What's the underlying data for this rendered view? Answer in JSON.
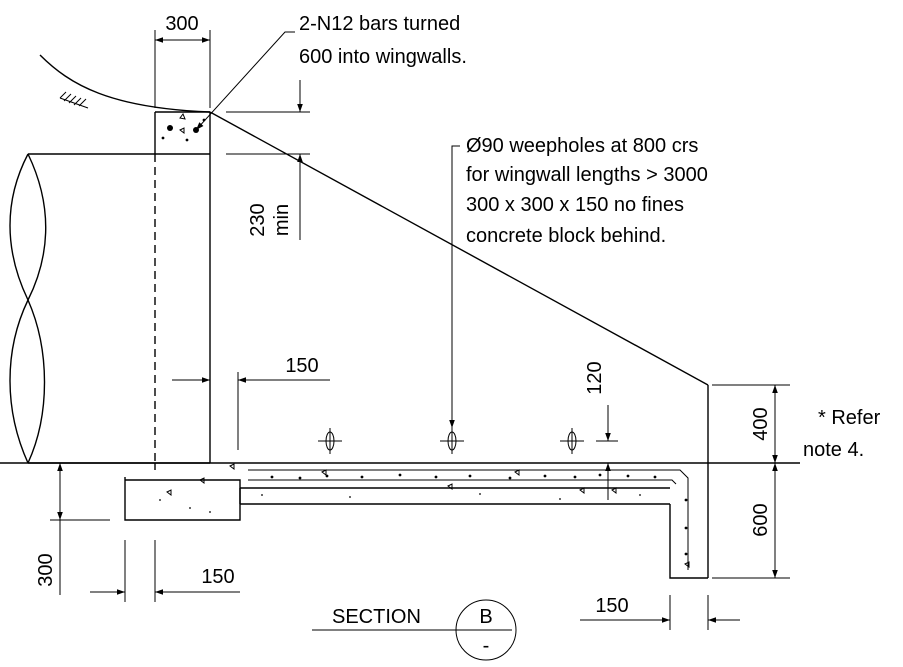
{
  "annotations": {
    "bars_note_line1": "2-N12 bars turned",
    "bars_note_line2": "600 into wingwalls.",
    "weephole_line1": "Ø90 weepholes at 800 crs",
    "weephole_line2": "for wingwall lengths > 3000",
    "weephole_line3": "300 x 300 x 150 no fines",
    "weephole_line4": "concrete block behind.",
    "refer_line1": "* Refer",
    "refer_line2": "note 4."
  },
  "dimensions": {
    "top_width": "300",
    "min_depth": "230",
    "min_label": "min",
    "offset_150_top": "150",
    "dim_120": "120",
    "dim_400": "400",
    "dim_600": "600",
    "dim_300": "300",
    "offset_150_bottom": "150",
    "offset_150_right": "150"
  },
  "section": {
    "label": "SECTION",
    "letter": "B",
    "sub": "-"
  }
}
